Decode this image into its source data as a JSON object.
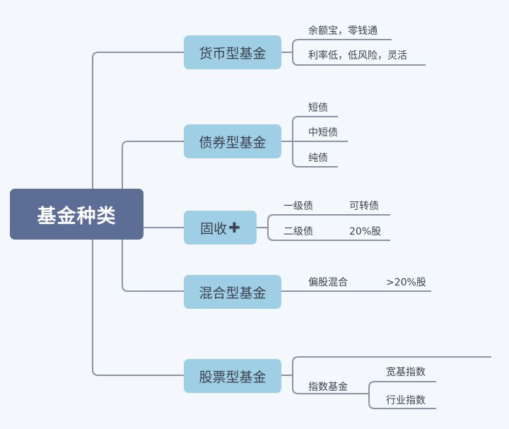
{
  "root": {
    "label": "基金种类"
  },
  "branches": [
    {
      "label": "货币型基金",
      "children": [
        "余额宝，零钱通",
        "利率低，低风险，灵活"
      ]
    },
    {
      "label": "债券型基金",
      "children": [
        "短债",
        "中短债",
        "纯债"
      ]
    },
    {
      "label": "固收",
      "icon": "plus-icon",
      "icon_glyph": "✚",
      "children": [
        {
          "label": "一级债",
          "note": "可转债"
        },
        {
          "label": "二级债",
          "note": "20%股"
        }
      ]
    },
    {
      "label": "混合型基金",
      "children": [
        {
          "label": "偏股混合",
          "note": ">20%股"
        }
      ]
    },
    {
      "label": "股票型基金",
      "children": [
        {
          "label": "",
          "children": []
        },
        {
          "label": "指数基金",
          "children": [
            "宽基指数",
            "行业指数"
          ]
        }
      ]
    }
  ],
  "colors": {
    "root": "#5c6d96",
    "branch": "#9fcfe4",
    "line": "#8d93a6",
    "background": "#f4f7fb"
  }
}
